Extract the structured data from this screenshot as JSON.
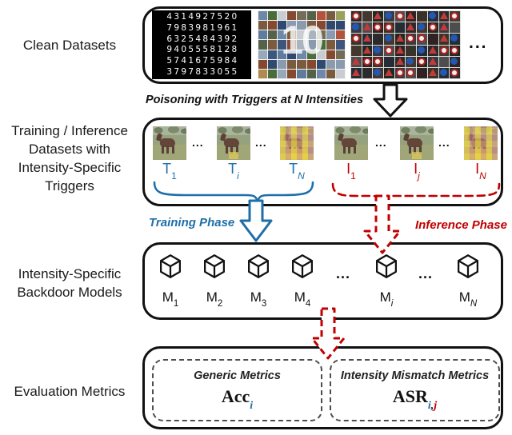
{
  "left_labels": {
    "clean": "Clean Datasets",
    "datasets_line1": "Training / Inference",
    "datasets_line2": "Datasets with",
    "datasets_line3": "Intensity-Specific",
    "datasets_line4": "Triggers",
    "models_line1": "Intensity-Specific",
    "models_line2": "Backdoor Models",
    "evaluation": "Evaluation Metrics"
  },
  "clean_box": {
    "mnist_rows": [
      "4 3 1 4 9 2 7 5 2 0",
      "7 9 8 3 9 8 1 9 6 1",
      "6 3 2 5 4 8 4 3 9 2",
      "9 4 0 5 5 5 8 1 2 8",
      "5 7 4 1 6 7 5 9 8 4",
      "3 7 9 7 8 3 3 0 5 5"
    ],
    "cifar_watermark": "10",
    "ellipsis": "..."
  },
  "poisoning_caption": "Poisoning with Triggers at N Intensities",
  "dataset_box": {
    "training_labels": [
      {
        "base": "T",
        "sub": "1"
      },
      {
        "base": "T",
        "sub": "i"
      },
      {
        "base": "T",
        "sub": "N"
      }
    ],
    "inference_labels": [
      {
        "base": "I",
        "sub": "1"
      },
      {
        "base": "I",
        "sub": "j"
      },
      {
        "base": "I",
        "sub": "N"
      }
    ],
    "dots": "..."
  },
  "phase_labels": {
    "training": "Training Phase",
    "inference": "Inference Phase"
  },
  "models_box": {
    "models": [
      {
        "base": "M",
        "sub": "1"
      },
      {
        "base": "M",
        "sub": "2"
      },
      {
        "base": "M",
        "sub": "3"
      },
      {
        "base": "M",
        "sub": "4"
      },
      {
        "base": "M",
        "sub": "i"
      },
      {
        "base": "M",
        "sub": "N"
      }
    ],
    "dots": "..."
  },
  "metrics_box": {
    "generic": {
      "title": "Generic Metrics",
      "formula_base": "Acc",
      "formula_sub": "i"
    },
    "mismatch": {
      "title": "Intensity Mismatch Metrics",
      "formula_base": "ASR",
      "sub_i": "i",
      "sub_sep": ",",
      "sub_j": "j"
    }
  },
  "colors": {
    "training_blue": "#1e6fa8",
    "inference_red": "#c00000",
    "outline": "#111111"
  }
}
